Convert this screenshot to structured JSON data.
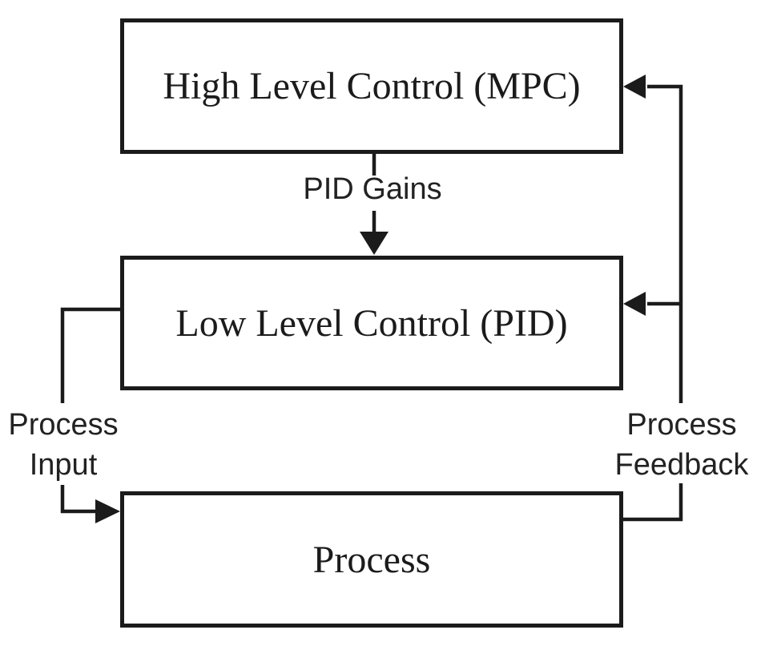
{
  "diagram": {
    "type": "block-diagram",
    "description": "Hierarchical control loop: MPC tunes PID gains, PID drives process, process feedback returns to both controllers"
  },
  "nodes": {
    "high": {
      "label": "High Level Control (MPC)"
    },
    "low": {
      "label": "Low Level Control (PID)"
    },
    "process": {
      "label": "Process"
    }
  },
  "labels": {
    "pid_gains": "PID Gains",
    "process_input": {
      "line1": "Process",
      "line2": "Input"
    },
    "process_feedback": {
      "line1": "Process",
      "line2": "Feedback"
    }
  },
  "edges": [
    {
      "from": "high",
      "to": "low",
      "label": "PID Gains"
    },
    {
      "from": "low",
      "to": "process",
      "label": "Process Input"
    },
    {
      "from": "process",
      "to": "low",
      "label": "Process Feedback"
    },
    {
      "from": "process",
      "to": "high",
      "label": "Process Feedback"
    }
  ],
  "colors": {
    "ink": "#1b1b1b",
    "background": "#ffffff"
  }
}
